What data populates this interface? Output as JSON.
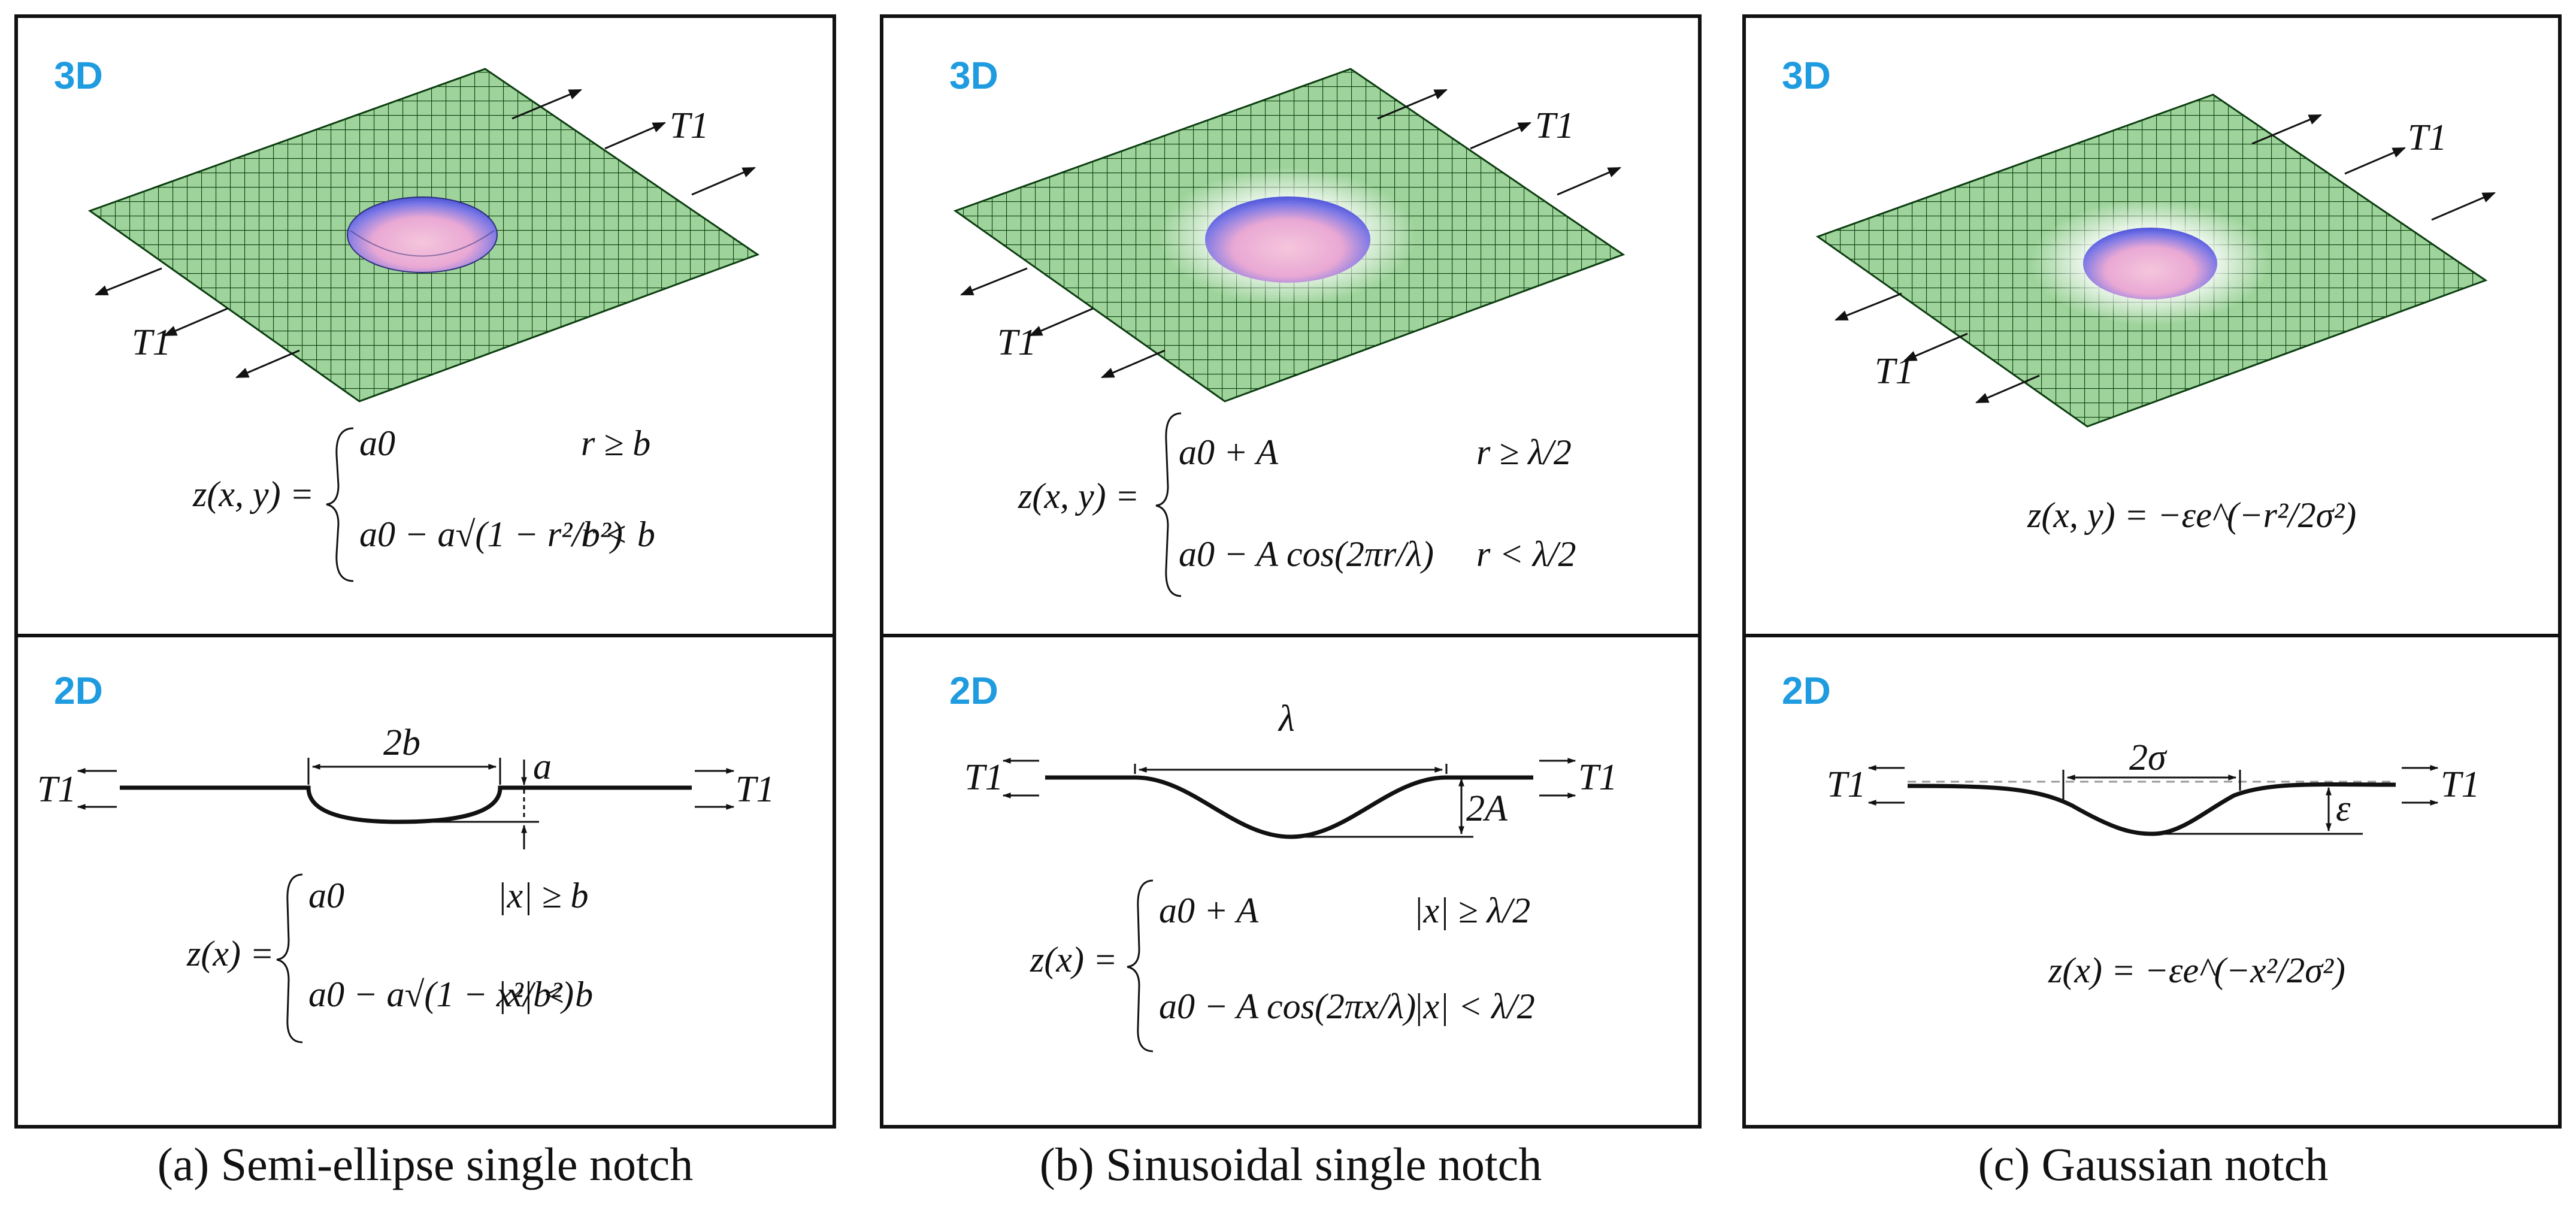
{
  "panels": [
    {
      "caption": "(a) Semi-ellipse single notch",
      "label_3d": "3D",
      "label_2d": "2D",
      "load_label": "T1",
      "eq3d": {
        "lhs": "z(x, y) =",
        "case1": "a0",
        "cond1": "r ≥ b",
        "case2": "a0 − a√(1 − r²/b²)",
        "cond2": "r < b"
      },
      "dim_width": "2b",
      "dim_depth": "a",
      "eq2d": {
        "lhs": "z(x) =",
        "case1": "a0",
        "cond1": "|x| ≥ b",
        "case2": "a0 − a√(1 − x²/b²)",
        "cond2": "|x| < b"
      }
    },
    {
      "caption": "(b) Sinusoidal single notch",
      "label_3d": "3D",
      "label_2d": "2D",
      "load_label": "T1",
      "eq3d": {
        "lhs": "z(x, y) =",
        "case1": "a0 + A",
        "cond1": "r ≥ λ/2",
        "case2": "a0 − A cos(2πr/λ)",
        "cond2": "r < λ/2"
      },
      "dim_width": "λ",
      "dim_depth": "2A",
      "eq2d": {
        "lhs": "z(x) =",
        "case1": "a0 + A",
        "cond1": "|x| ≥ λ/2",
        "case2": "a0 − A cos(2πx/λ)",
        "cond2": "|x| < λ/2"
      }
    },
    {
      "caption": "(c) Gaussian notch",
      "label_3d": "3D",
      "label_2d": "2D",
      "load_label": "T1",
      "eq3d": {
        "formula": "z(x, y) = −εe^(−r²/2σ²)"
      },
      "dim_width": "2σ",
      "dim_depth": "ε",
      "eq2d": {
        "formula": "z(x) = −εe^(−x²/2σ²)"
      }
    }
  ],
  "colors": {
    "label": "#1f9be0",
    "mesh_fill": "#9ed49b",
    "mesh_line": "#0c3d10",
    "notch_center": "#f2b8d0",
    "notch_edge": "#5a63e0",
    "frame": "#111111"
  }
}
